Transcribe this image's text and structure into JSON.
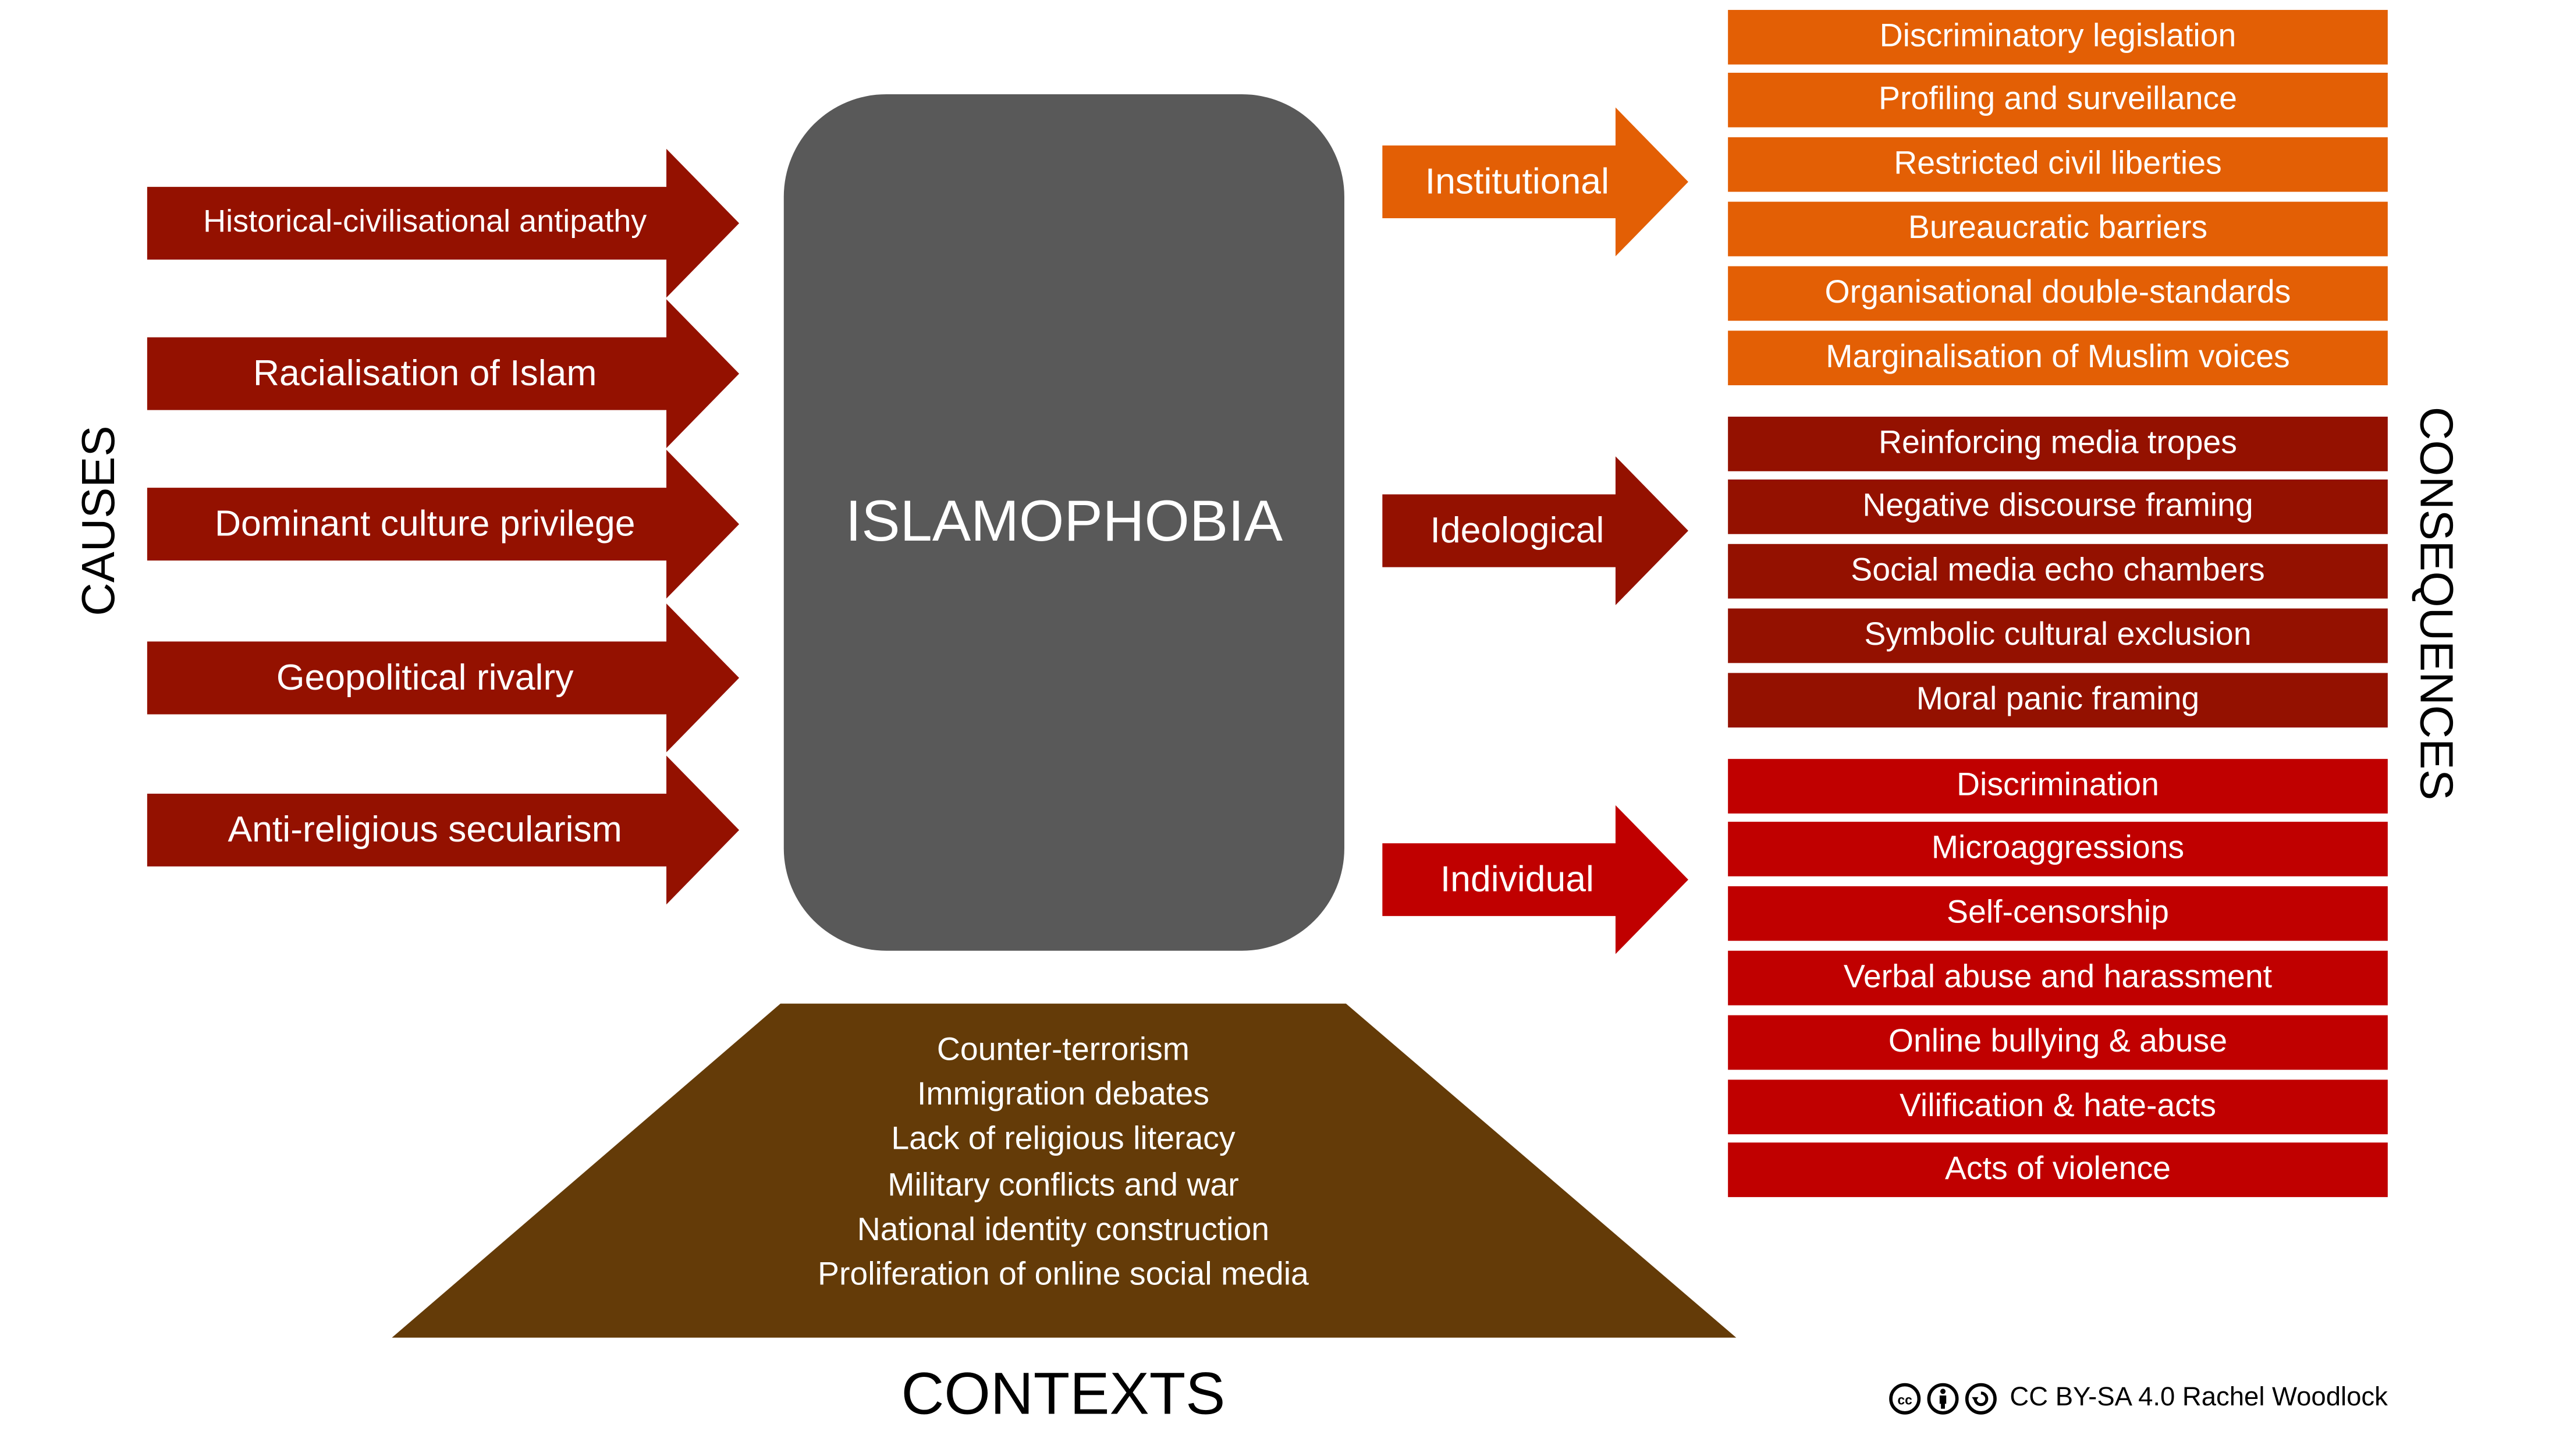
{
  "center": {
    "title": "ISLAMOPHOBIA"
  },
  "causes": {
    "heading": "CAUSES",
    "items": [
      "Historical-civilisational antipathy",
      "Racialisation of Islam",
      "Dominant culture privilege",
      "Geopolitical rivalry",
      "Anti-religious secularism"
    ]
  },
  "consequences": {
    "heading": "CONSEQUENCES",
    "groups": [
      {
        "label": "Institutional",
        "color": "#E35F05",
        "items": [
          "Discriminatory legislation",
          "Profiling and surveillance",
          "Restricted civil liberties",
          "Bureaucratic barriers",
          "Organisational double-standards",
          "Marginalisation of Muslim voices"
        ]
      },
      {
        "label": "Ideological",
        "color": "#941100",
        "items": [
          "Reinforcing media tropes",
          "Negative discourse framing",
          "Social media echo chambers",
          "Symbolic cultural exclusion",
          "Moral panic framing"
        ]
      },
      {
        "label": "Individual",
        "color": "#C00000",
        "items": [
          "Discrimination",
          "Microaggressions",
          "Self-censorship",
          "Verbal abuse and harassment",
          "Online bullying & abuse",
          "Vilification & hate-acts",
          "Acts of violence"
        ]
      }
    ]
  },
  "contexts": {
    "heading": "CONTEXTS",
    "items": [
      "Counter-terrorism",
      "Immigration debates",
      "Lack of religious literacy",
      "Military conflicts and war",
      "National identity construction",
      "Proliferation of online social media"
    ]
  },
  "credit": {
    "text": "CC BY-SA 4.0 Rachel Woodlock",
    "icons": [
      "cc-icon",
      "by-icon",
      "sa-icon"
    ]
  },
  "colors": {
    "cause": "#941100",
    "center": "#595959",
    "context": "#643B08"
  }
}
